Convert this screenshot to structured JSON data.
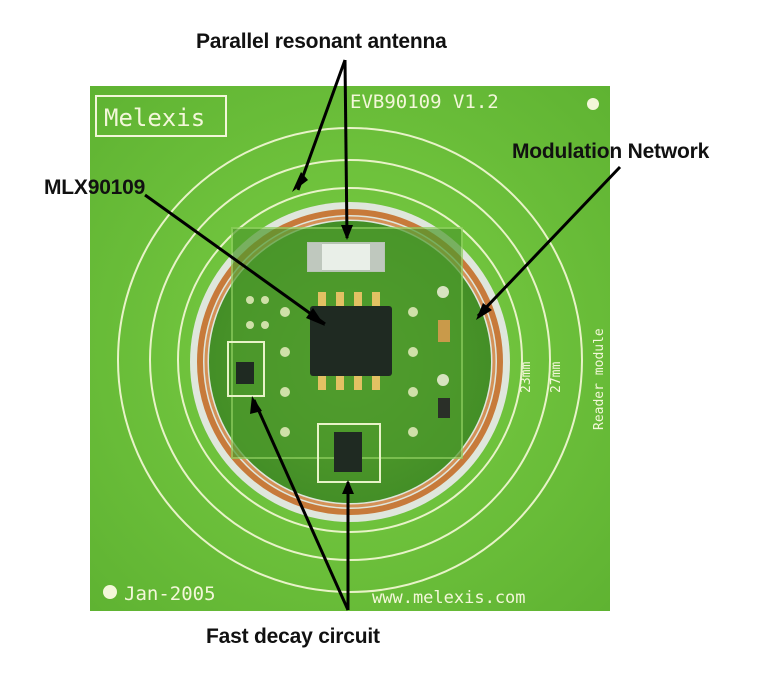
{
  "labels": {
    "antenna": "Parallel resonant antenna",
    "mlx": "MLX90109",
    "modulation": "Modulation Network",
    "fast_decay": "Fast decay circuit"
  },
  "board": {
    "logo": "Melexis",
    "version": "EVB90109  V1.2",
    "side_text": "Reader module",
    "ring_inner": "23mm",
    "ring_outer": "27mm",
    "date": "Jan-2005",
    "url": "www.melexis.com",
    "pcb_color": "#6cc23a",
    "coil_color": "#c77a3a"
  }
}
